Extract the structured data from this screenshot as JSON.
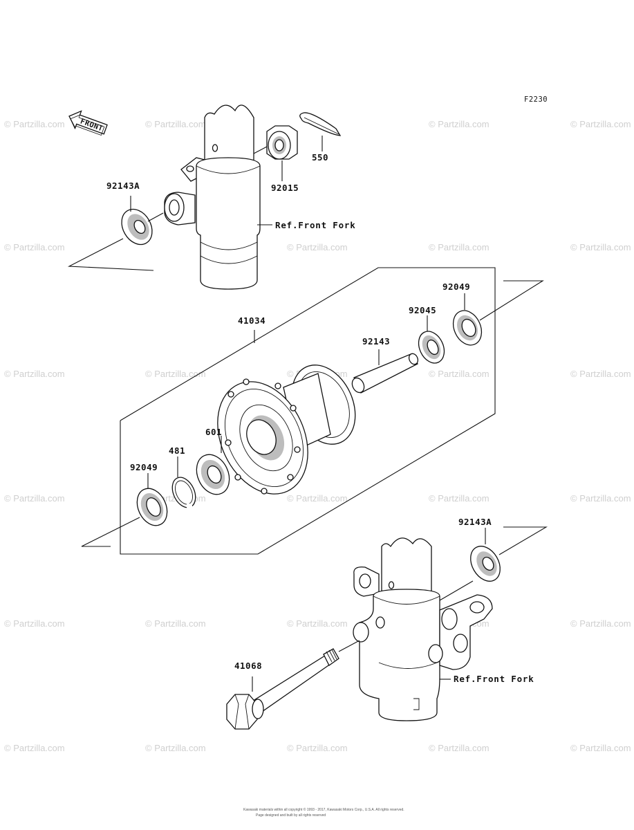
{
  "figure_code": "F2230",
  "front_arrow": {
    "text": "FRONT"
  },
  "labels": {
    "p92143A_top": "92143A",
    "p92015": "92015",
    "p550": "550",
    "ref_front_fork_top": "Ref.Front Fork",
    "p41034": "41034",
    "p92049_right": "92049",
    "p92045": "92045",
    "p92143": "92143",
    "p601": "601",
    "p481": "481",
    "p92049_left": "92049",
    "p92143A_bottom": "92143A",
    "p41068": "41068",
    "ref_front_fork_bottom": "Ref.Front Fork"
  },
  "watermark": "© Partzilla.com",
  "footer": {
    "line1": "Kawasaki materials within all copyright © 1993 - 2017, Kawasaki Motors Corp., U.S.A. All rights reserved.",
    "line2": "Page designed and built by all rights reserved"
  }
}
